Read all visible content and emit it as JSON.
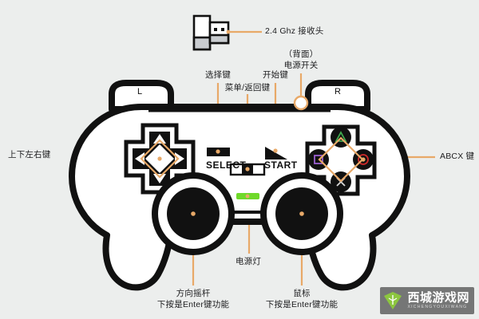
{
  "page": {
    "background_color": "#eceeed",
    "subject": "wireless-game-controller-diagram",
    "leader_line_color": "#e8a968",
    "outline_color": "#111111"
  },
  "device": {
    "shoulder_left_label": "L",
    "shoulder_right_label": "R",
    "select_button_label": "SELECT",
    "start_button_label": "START"
  },
  "callouts": {
    "receiver": {
      "text": "2.4 Ghz 接收头"
    },
    "power_switch": {
      "line1": "（背面）",
      "line2": "电源开关"
    },
    "select_key": {
      "text": "选择键"
    },
    "menu_back_key": {
      "text": "菜单/返回键"
    },
    "start_key": {
      "text": "开始键"
    },
    "dpad": {
      "text": "上下左右键"
    },
    "abcx": {
      "text": "ABCX 键"
    },
    "power_led": {
      "text": "电源灯"
    },
    "left_stick": {
      "line1": "方向摇杆",
      "line2": "下按是Enter键功能"
    },
    "right_stick": {
      "line1": "鼠标",
      "line2": "下按是Enter键功能"
    }
  },
  "face_buttons": {
    "top": {
      "name": "triangle",
      "color": "#3faa4e"
    },
    "right": {
      "name": "circle",
      "color": "#cf2a2a"
    },
    "bottom": {
      "name": "cross",
      "color": "#d8d8d8"
    },
    "left": {
      "name": "square",
      "color": "#9b5fd0"
    }
  },
  "indicators": {
    "power_led_color": "#6fd92a"
  },
  "watermark": {
    "cn": "西城游戏网",
    "en": "XICHENGYOUXIWANG"
  }
}
